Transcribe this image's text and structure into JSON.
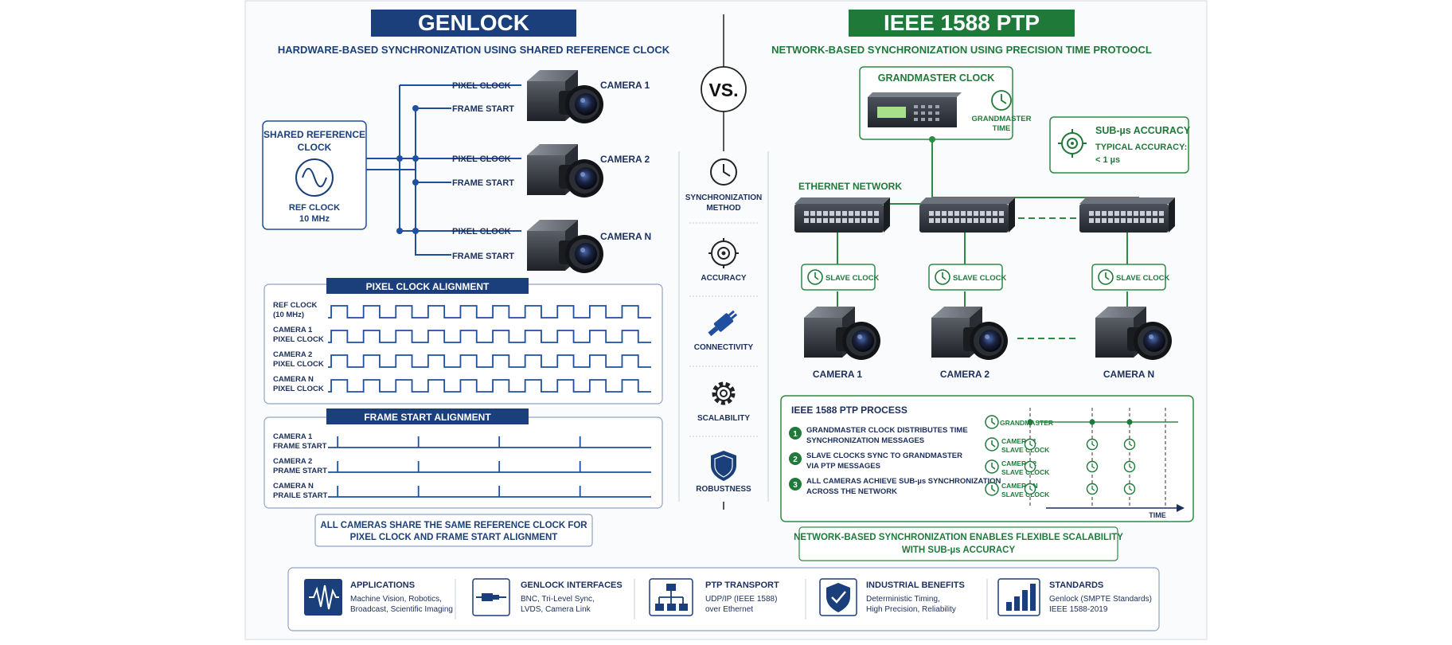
{
  "genlock": {
    "title": "GENLOCK",
    "subtitle": "HARDWARE-BASED SYNCHRONIZATION USING SHARED REFERENCE CLOCK",
    "shared_ref_title_1": "SHARED REFERENCE",
    "shared_ref_title_2": "CLOCK",
    "ref_clock_label_1": "REF CLOCK",
    "ref_clock_label_2": "10 MHz",
    "pixel_clock_label": "PIXEL CLOCK",
    "frame_start_label": "FRAME START",
    "cameras": [
      "CAMERA 1",
      "CAMERA 2",
      "CAMERA N"
    ],
    "pixel_alignment": {
      "title": "PIXEL CLOCK ALIGNMENT",
      "rows": [
        [
          "REF CLOCK",
          "(10 MHz)"
        ],
        [
          "CAMERA 1",
          "PIXEL CLOCK"
        ],
        [
          "CAMERA 2",
          "PIXEL CLOCK"
        ],
        [
          "CAMERA N",
          "PIXEL CLOCK"
        ]
      ],
      "pulses": 10
    },
    "frame_alignment": {
      "title": "FRAME START ALIGNMENT",
      "rows": [
        [
          "CAMERA 1",
          "FRAME START"
        ],
        [
          "CAMERA 2",
          "PRAME START"
        ],
        [
          "CAMERA N",
          "PRAILE START"
        ]
      ],
      "ticks": 4
    },
    "note_1": "ALL CAMERAS SHARE THE SAME REFERENCE CLOCK FOR",
    "note_2": "PIXEL CLOCK AND FRAME START ALIGNMENT"
  },
  "versus": {
    "label": "VS.",
    "items": [
      {
        "icon": "clock-icon",
        "label_1": "SYNCHRONIZATION",
        "label_2": "METHOD"
      },
      {
        "icon": "target-icon",
        "label_1": "ACCURACY",
        "label_2": ""
      },
      {
        "icon": "plug-icon",
        "label_1": "CONNECTIVITY",
        "label_2": ""
      },
      {
        "icon": "gear-icon",
        "label_1": "SCALABILITY",
        "label_2": ""
      },
      {
        "icon": "shield-icon",
        "label_1": "ROBUSTNESS",
        "label_2": ""
      }
    ]
  },
  "ptp": {
    "title": "IEEE 1588 PTP",
    "subtitle": "NETWORK-BASED SYNCHRONIZATION USING PRECISION TIME PROTOOCL",
    "grandmaster_title": "GRANDMASTER CLOCK",
    "grandmaster_time_1": "GRANDMASTER",
    "grandmaster_time_2": "TIME",
    "accuracy_title": "SUB-µs ACCURACY",
    "accuracy_line_1": "TYPICAL ACCURACY:",
    "accuracy_line_2": "< 1 µs",
    "ethernet_label": "ETHERNET NETWORK",
    "slave_clock_label": "SLAVE CLOCK",
    "cameras": [
      "CAMERA 1",
      "CAMERA 2",
      "CAMERA N"
    ],
    "process": {
      "title": "IEEE 1588 PTP PROCESS",
      "steps": [
        {
          "num": "1",
          "line_1": "GRANDMASTER CLOCK DISTRIBUTES TIME",
          "line_2": "SYNCHRONIZATION MESSAGES"
        },
        {
          "num": "2",
          "line_1": "SLAVE CLOCKS SYNC TO GRANDMASTER",
          "line_2": "VIA PTP MESSAGES"
        },
        {
          "num": "3",
          "line_1": "ALL CAMERAS ACHIEVE SUB-µs SYNCHRONIZATION",
          "line_2": "ACROSS THE NETWORK"
        }
      ],
      "timeline_rows": [
        [
          "GRANDMASTER",
          ""
        ],
        [
          "CAMERA 1",
          "SLAVE CLOCK"
        ],
        [
          "CAMERA 2",
          "SLAVE CLOCK"
        ],
        [
          "CAMERA N",
          "SLAVE CLOCK"
        ]
      ],
      "time_label": "TIME"
    },
    "note_1": "NETWORK-BASED SYNCHRONIZATION ENABLES FLEXIBLE SCALABILITY",
    "note_2": "WITH SUB-µs ACCURACY"
  },
  "footer": [
    {
      "icon": "waveform-icon",
      "title": "APPLICATIONS",
      "line_1": "Machine Vision, Robotics,",
      "line_2": "Broadcast, Scientific Imaging"
    },
    {
      "icon": "connector-icon",
      "title": "GENLOCK INTERFACES",
      "line_1": "BNC, Tri-Level Sync,",
      "line_2": "LVDS, Camera Link"
    },
    {
      "icon": "network-icon",
      "title": "PTP TRANSPORT",
      "line_1": "UDP/IP (IEEE 1588)",
      "line_2": "over Ethernet"
    },
    {
      "icon": "shield-check-icon",
      "title": "INDUSTRIAL BENEFITS",
      "line_1": "Deterministic Timing,",
      "line_2": "High Precision, Reliability"
    },
    {
      "icon": "bar-chart-icon",
      "title": "STANDARDS",
      "line_1": "Genlock (SMPTE Standards)",
      "line_2": "IEEE 1588-2019"
    }
  ],
  "colors": {
    "navy": "#1b3f7a",
    "blue": "#1f4fa0",
    "green": "#1f7a3a",
    "green_line": "#2e8b45"
  }
}
